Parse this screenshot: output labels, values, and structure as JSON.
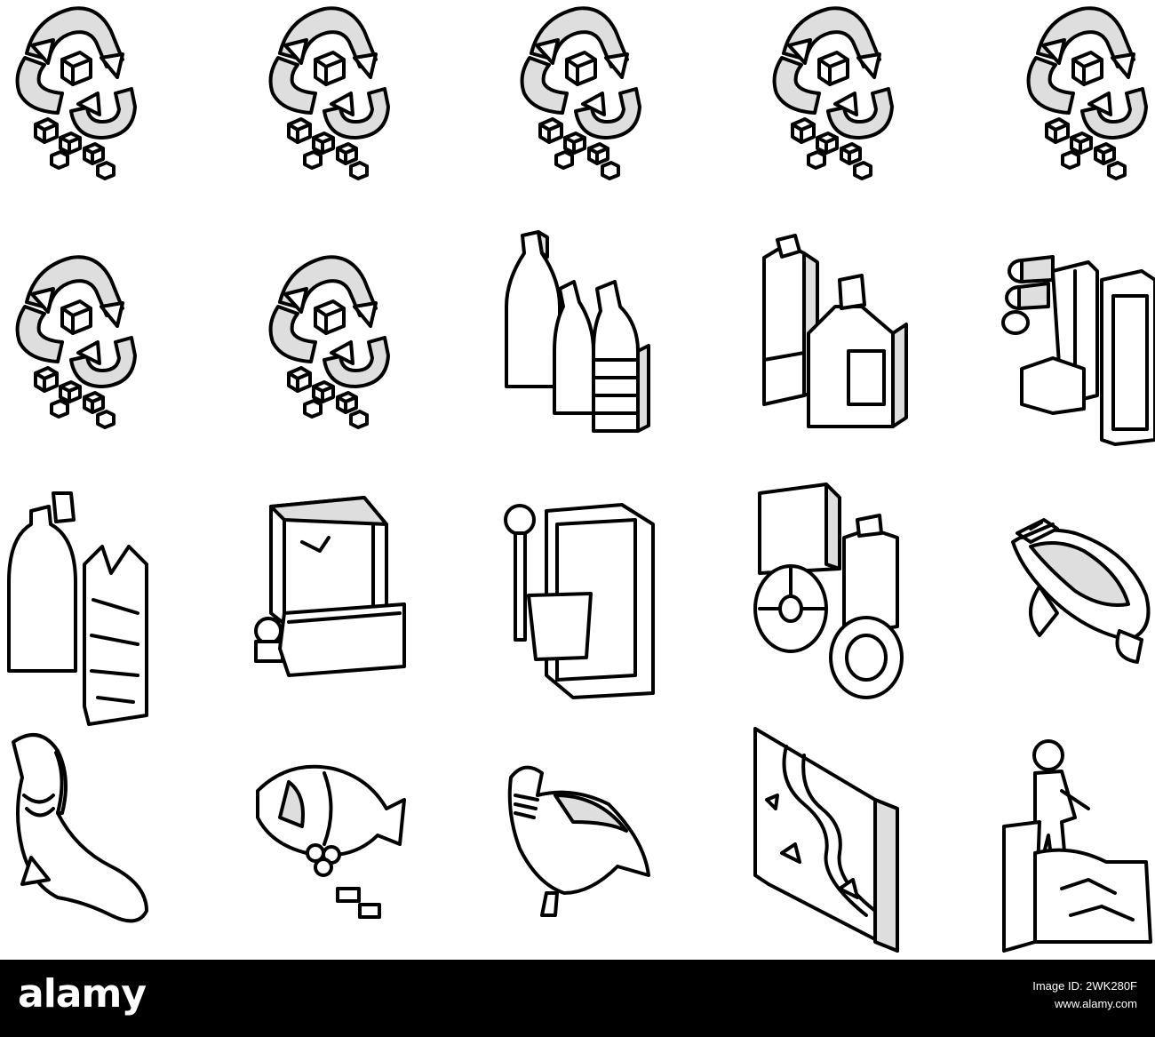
{
  "footer": {
    "brand": "alamy",
    "image_id_label": "Image ID: 2WK280F",
    "site": "www.alamy.com"
  },
  "icons": [
    {
      "name": "recycle-waste-icon-1"
    },
    {
      "name": "recycle-waste-icon-2"
    },
    {
      "name": "recycle-waste-icon-3"
    },
    {
      "name": "recycle-waste-icon-4"
    },
    {
      "name": "recycle-waste-icon-5"
    },
    {
      "name": "recycle-waste-icon-6"
    },
    {
      "name": "recycle-waste-icon-7"
    },
    {
      "name": "plastic-bottles-icon"
    },
    {
      "name": "detergent-bottles-icon"
    },
    {
      "name": "plastic-pipes-icon"
    },
    {
      "name": "bottle-and-bag-icon"
    },
    {
      "name": "monitor-and-box-icon"
    },
    {
      "name": "tablet-and-cup-icon"
    },
    {
      "name": "box-disc-bottle-tape-icon"
    },
    {
      "name": "turtle-icon"
    },
    {
      "name": "seal-with-net-icon"
    },
    {
      "name": "fish-eating-plastic-icon"
    },
    {
      "name": "bird-with-plastic-icon"
    },
    {
      "name": "polluted-river-icon"
    },
    {
      "name": "person-cleaning-beach-icon"
    }
  ]
}
